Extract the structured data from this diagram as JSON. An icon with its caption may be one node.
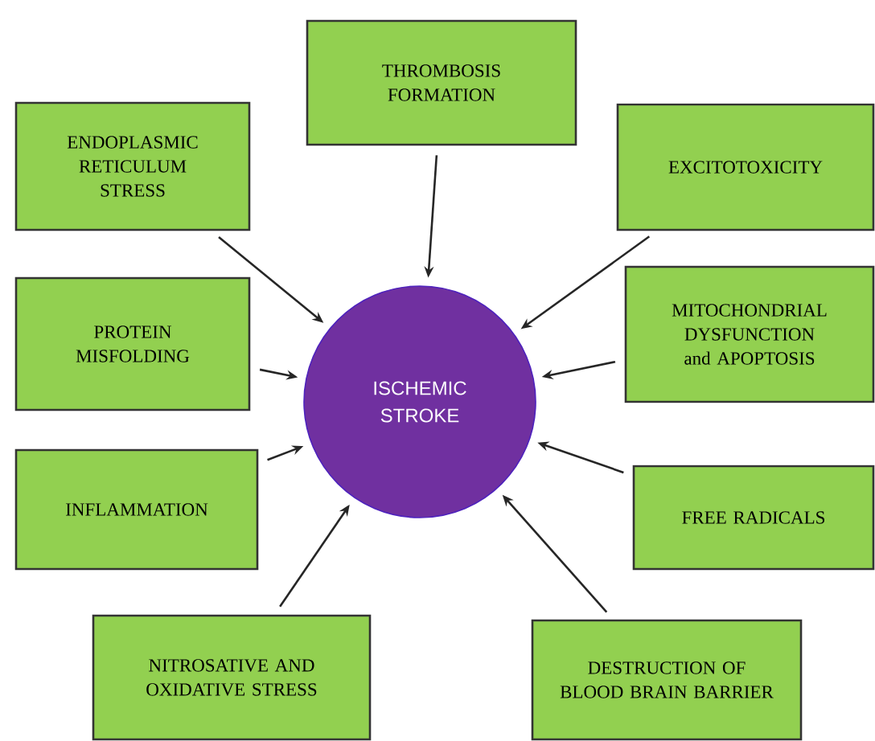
{
  "diagram": {
    "nodes": [
      {
        "text": [
          "ISCHEMIC STROKE"
        ]
      },
      {
        "text": [
          "THROMBOSIS FORMATION"
        ]
      },
      {
        "text": [
          "ENDOPLASMIC RETICULUM STRESS"
        ]
      },
      {
        "text": [
          "EXCITOTOXICITY"
        ]
      },
      {
        "text": [
          "PROTEIN MISFOLDING"
        ]
      },
      {
        "text": [
          "MITOCHONDRIAL DYSFUNCTION and APOPTOSIS"
        ]
      },
      {
        "text": [
          "INFLAMMATION"
        ]
      },
      {
        "text": [
          "FREE RADICALS"
        ]
      },
      {
        "text": [
          "NITROSATIVE AND OXIDATIVE STRESS"
        ]
      },
      {
        "text": [
          "DESTRUCTION OF BLOOD BRAIN BARRIER"
        ]
      }
    ],
    "edges": [
      {
        "from": 1,
        "to": 0,
        "arrow": "to"
      },
      {
        "from": 2,
        "to": 0,
        "arrow": "to"
      },
      {
        "from": 3,
        "to": 0,
        "arrow": "to"
      },
      {
        "from": 4,
        "to": 0,
        "arrow": "to"
      },
      {
        "from": 5,
        "to": 0,
        "arrow": "to"
      },
      {
        "from": 6,
        "to": 0,
        "arrow": "to"
      },
      {
        "from": 7,
        "to": 0,
        "arrow": "to"
      },
      {
        "from": 8,
        "to": 0,
        "arrow": "to"
      },
      {
        "from": 9,
        "to": 0,
        "arrow": "to"
      }
    ]
  }
}
